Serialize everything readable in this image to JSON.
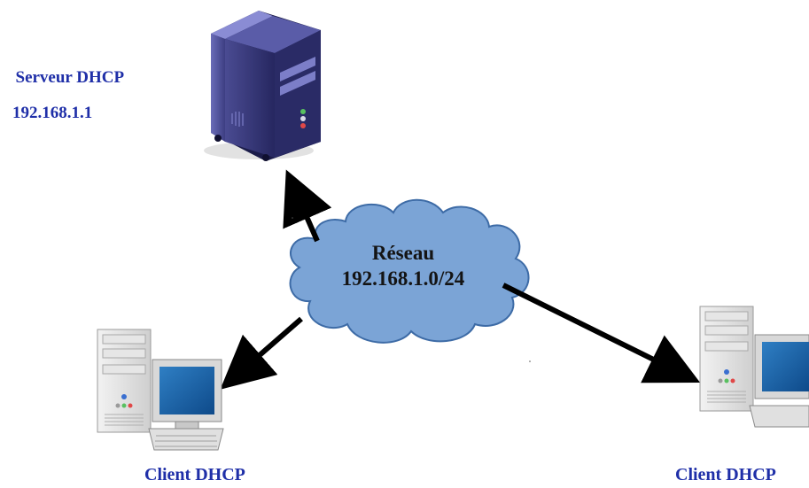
{
  "server": {
    "name": "Serveur DHCP",
    "ip": "192.168.1.1"
  },
  "network": {
    "name": "Réseau",
    "subnet": "192.168.1.0/24"
  },
  "clients": [
    {
      "name": "Client DHCP"
    },
    {
      "name": "Client DHCP"
    }
  ],
  "colors": {
    "label": "#1f2fa8",
    "cloud": "#7ba4d6",
    "server_body": "#2e2f6e",
    "arrow": "#000000"
  }
}
